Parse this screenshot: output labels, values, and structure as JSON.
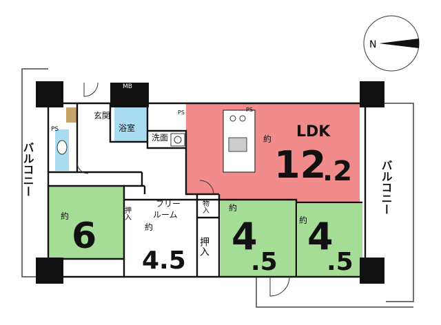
{
  "compass": {
    "north_letter": "N"
  },
  "rooms": {
    "ldk": {
      "name": "LDK",
      "approx": "約",
      "size_int": "12",
      "size_dec": ".2",
      "color": "#f28b8b"
    },
    "west_tatami": {
      "approx": "約",
      "size": "6"
    },
    "free_room": {
      "name_line1": "フリー",
      "name_line2": "ルーム",
      "approx": "約",
      "size": "4.5"
    },
    "tatami_b": {
      "approx": "約",
      "size_int": "4",
      "size_dec": ".5"
    },
    "tatami_c": {
      "approx": "約",
      "size_int": "4",
      "size_dec": ".5"
    }
  },
  "labels": {
    "entrance": "玄関",
    "bath": "浴室",
    "washroom": "洗面",
    "mb": "MB",
    "ps": "PS",
    "closet_small": "押入",
    "closet": "押入",
    "storage": "物入",
    "balcony_west": "バルコニー",
    "balcony_east": "バルコニー"
  },
  "colors": {
    "tatami": "#a6dd96",
    "bath": "#a9dcf0",
    "wall": "#111111",
    "floor": "#ffffff",
    "entrance_floor": "#c8a46a"
  }
}
